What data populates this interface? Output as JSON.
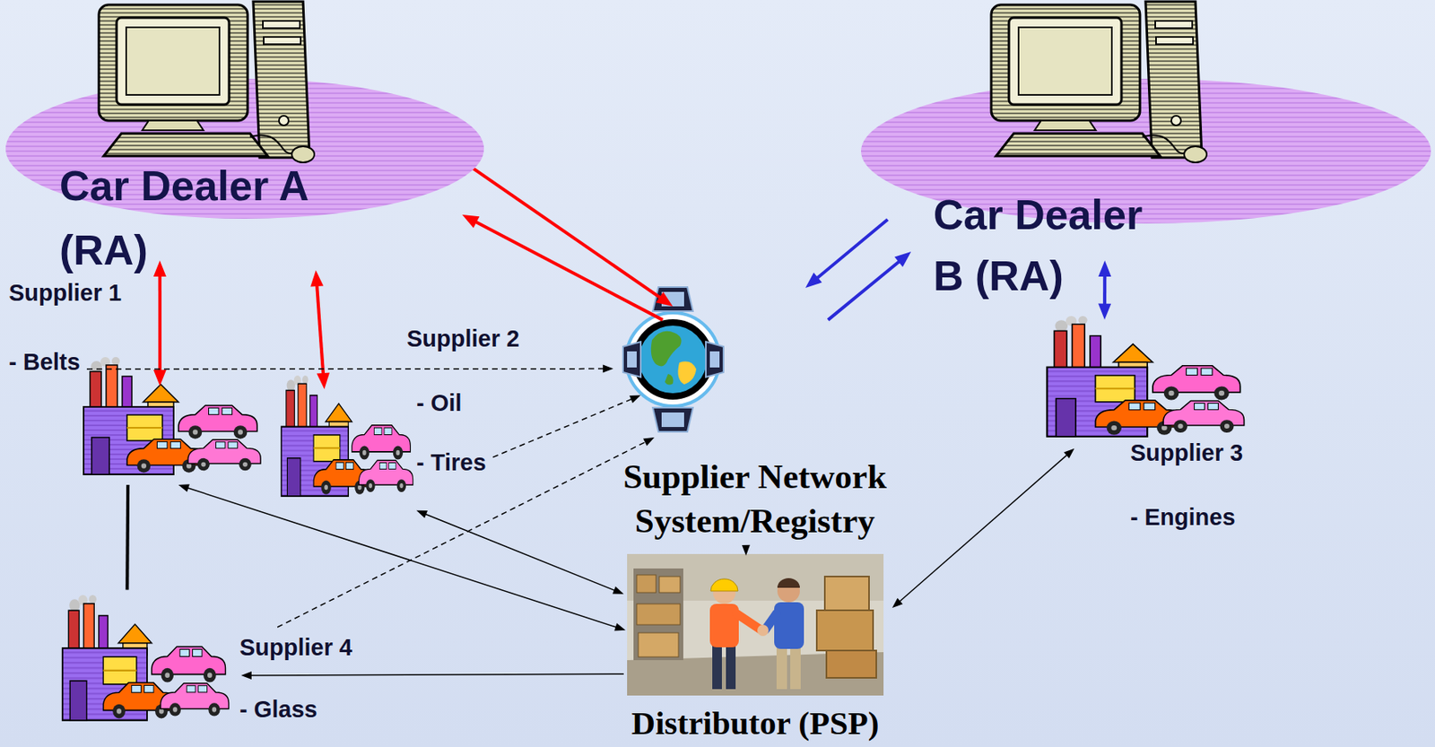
{
  "diagram": {
    "nodes": [
      {
        "text": [
          "Car Dealer A (RA)"
        ]
      },
      {
        "text": [
          "Car Dealer B (RA)"
        ]
      },
      {
        "text": [
          "Supplier 1",
          "- Belts"
        ]
      },
      {
        "text": [
          "Supplier 2",
          "- Oil",
          "- Tires"
        ]
      },
      {
        "text": [
          "Supplier Network System/Registry"
        ]
      },
      {
        "text": [
          "Supplier 3",
          "- Engines"
        ]
      },
      {
        "text": [
          "Supplier 4",
          "- Glass"
        ]
      },
      {
        "text": [
          "Distributor (PSP)"
        ]
      }
    ],
    "edges": [
      {
        "from": 0,
        "to": 2,
        "arrow": "both"
      },
      {
        "from": 0,
        "to": 3,
        "arrow": "both"
      },
      {
        "from": 0,
        "to": 4,
        "arrow": "to"
      },
      {
        "from": 4,
        "to": 0,
        "arrow": "to"
      },
      {
        "from": 1,
        "to": 4,
        "arrow": "to"
      },
      {
        "from": 4,
        "to": 1,
        "arrow": "to"
      },
      {
        "from": 1,
        "to": 5,
        "arrow": "both"
      },
      {
        "from": 2,
        "to": 4,
        "arrow": "to"
      },
      {
        "from": 3,
        "to": 4,
        "arrow": "to"
      },
      {
        "from": 6,
        "to": 4,
        "arrow": "to"
      },
      {
        "from": 4,
        "to": 7,
        "arrow": "to"
      },
      {
        "from": 2,
        "to": 7,
        "arrow": "both"
      },
      {
        "from": 3,
        "to": 7,
        "arrow": "both"
      },
      {
        "from": 7,
        "to": 5,
        "arrow": "both"
      },
      {
        "from": 7,
        "to": 6,
        "arrow": "to"
      },
      {
        "from": 2,
        "to": 6,
        "arrow": "none"
      }
    ]
  }
}
